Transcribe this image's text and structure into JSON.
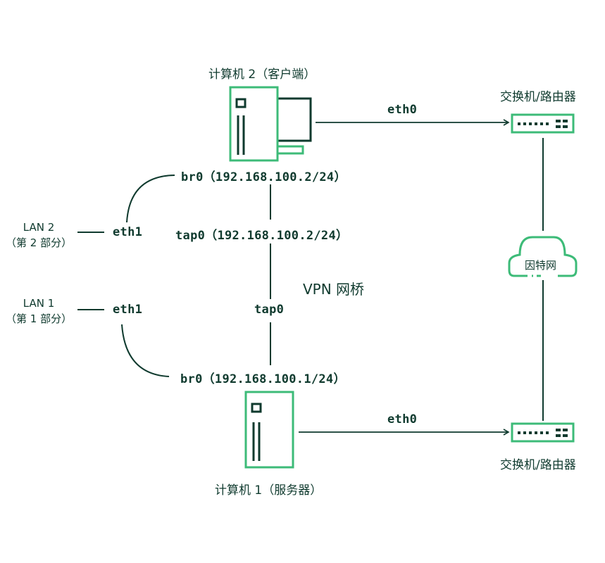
{
  "colors": {
    "accent": "#3dbb78",
    "ink": "#0f3a2e",
    "background": "#ffffff"
  },
  "nodes": {
    "computer2": {
      "label": "计算机 2（客户端）",
      "icon": "client-computer-icon"
    },
    "computer1": {
      "label": "计算机 1（服务器）",
      "icon": "server-icon"
    },
    "switch_top": {
      "label": "交换机/路由器",
      "icon": "switch-router-icon"
    },
    "switch_bottom": {
      "label": "交换机/路由器",
      "icon": "switch-router-icon"
    },
    "internet": {
      "label": "因特网",
      "icon": "cloud-icon"
    },
    "lan2": {
      "line1": "LAN 2",
      "line2": "（第 2 部分）"
    },
    "lan1": {
      "line1": "LAN 1",
      "line2": "（第 1 部分）"
    }
  },
  "interfaces": {
    "eth0_top": "eth0",
    "eth0_bottom": "eth0",
    "br0_top": "br0（192.168.100.2/24）",
    "tap0_top": "tap0（192.168.100.2/24）",
    "eth1_top": "eth1",
    "eth1_bottom": "eth1",
    "tap0_bottom": "tap0",
    "br0_bottom": "br0（192.168.100.1/24）"
  },
  "vpn_bridge_label": "VPN 网桥"
}
